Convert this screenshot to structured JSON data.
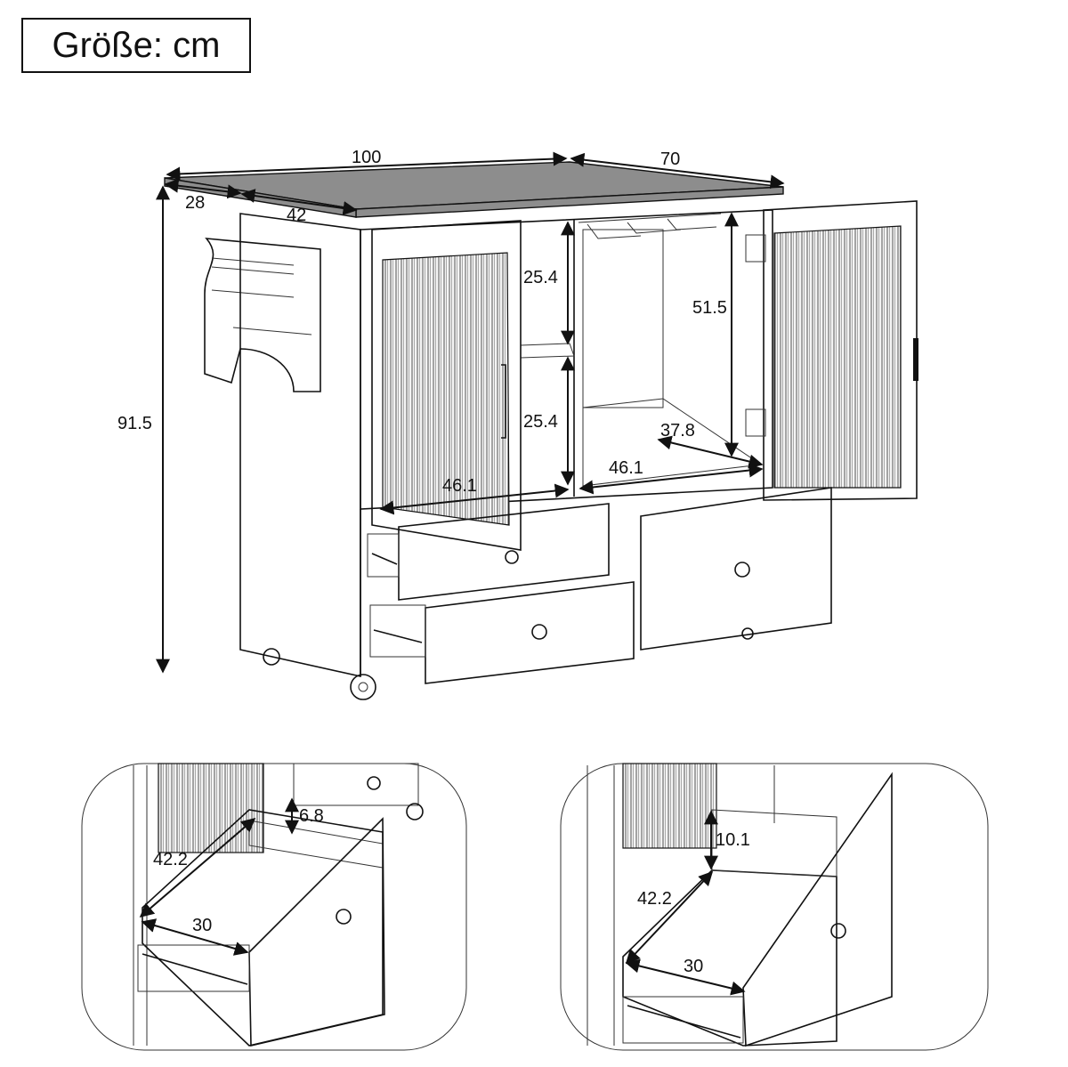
{
  "title": "Größe: cm",
  "main_view": {
    "dimensions": {
      "total_width": "100",
      "depth": "70",
      "side_shelf": "28",
      "cabinet_left": "42",
      "height": "91.5",
      "shelf_upper": "25.4",
      "shelf_lower": "25.4",
      "right_interior_height": "51.5",
      "right_interior_depth": "37.8",
      "left_width": "46.1",
      "right_width": "46.1"
    }
  },
  "detail_left": {
    "drawer_depth": "42.2",
    "drawer_width": "30",
    "drawer_height": "6.8"
  },
  "detail_right": {
    "drawer_depth": "42.2",
    "drawer_width": "30",
    "drawer_height": "10.1"
  },
  "colors": {
    "line": "#111111",
    "wood": "#8d8d8d",
    "background": "#ffffff"
  }
}
